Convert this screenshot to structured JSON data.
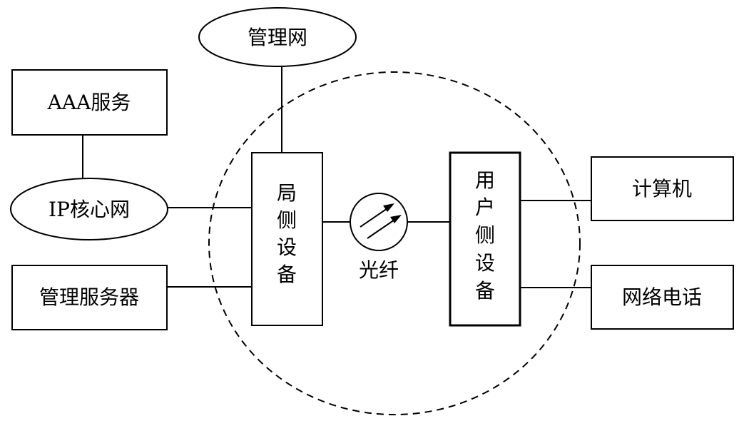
{
  "nodes": {
    "aaa_server": "AAA服务",
    "ip_core": "IP核心网",
    "mgmt_server": "管理服务器",
    "mgmt_net": "管理网",
    "office_device": [
      "局",
      "侧",
      "设",
      "备"
    ],
    "user_device": [
      "用",
      "户",
      "侧",
      "设",
      "备"
    ],
    "fiber": "光纤",
    "computer": "计算机",
    "phone": "网络电话"
  }
}
